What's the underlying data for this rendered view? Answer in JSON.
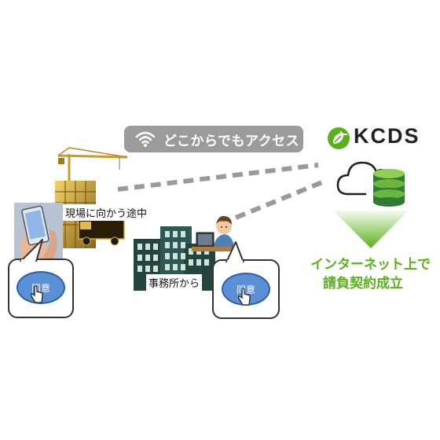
{
  "banner": {
    "text": "どこからでもアクセス",
    "icon": "wifi-icon"
  },
  "site": {
    "label": "現場に向かう途中",
    "button": "同意"
  },
  "office": {
    "label": "事務所から",
    "button": "同意"
  },
  "brand": {
    "name": "KCDS",
    "logo": "plug-leaf-icon"
  },
  "result": {
    "line1": "インターネット上で",
    "line2": "請負契約成立"
  },
  "colors": {
    "pill": "#9b9b9b",
    "green": "#5ab01b",
    "button": "#5b8fd6",
    "dashed": "#9a9a9a"
  }
}
